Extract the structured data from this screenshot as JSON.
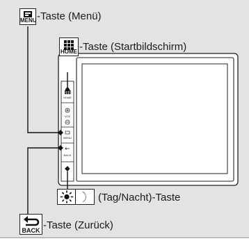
{
  "callouts": {
    "menu": {
      "key_cap": "MENU",
      "label": "-Taste (Menü)",
      "icon": "menu-icon"
    },
    "home": {
      "key_cap": "HOME",
      "label": "-Taste (Startbildschirm)",
      "icon": "home-grid-icon"
    },
    "day_night": {
      "label": "(Tag/Nacht)-Taste",
      "icons": [
        "sun-icon",
        "moon-icon"
      ]
    },
    "back": {
      "key_cap": "BACK",
      "label": "-Taste (Zurück)",
      "icon": "back-arrow-icon"
    }
  },
  "unit_buttons": {
    "home": "HOME",
    "vol": "VOL",
    "menu": "MENU",
    "back": "BACK"
  }
}
